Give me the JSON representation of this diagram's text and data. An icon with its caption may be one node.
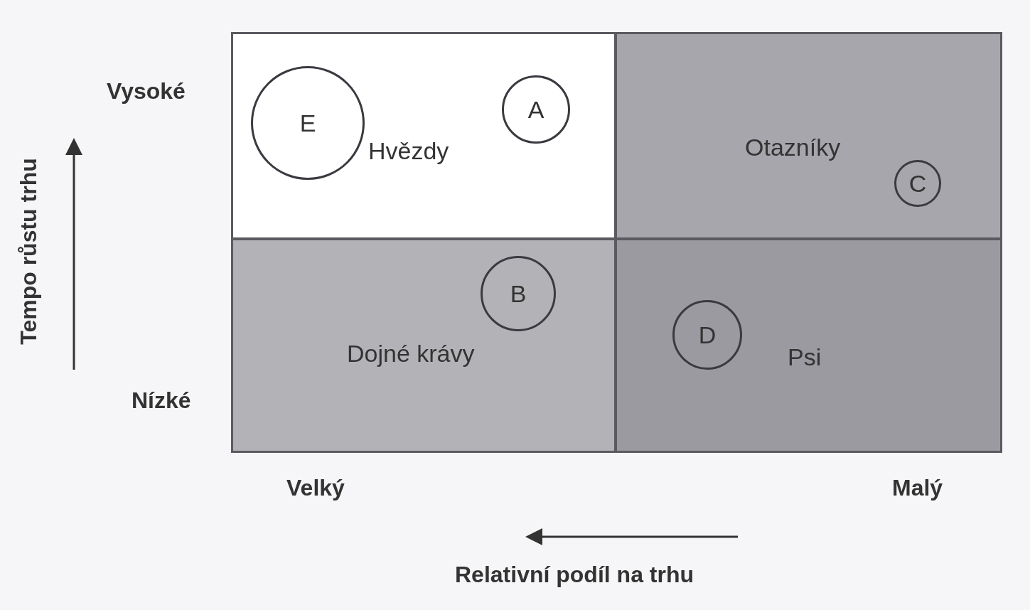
{
  "diagram": {
    "nodes": [
      {
        "text": [
          "Hvězdy"
        ]
      },
      {
        "text": [
          "E"
        ],
        "in": 0
      },
      {
        "text": [
          "A"
        ],
        "in": 0
      },
      {
        "text": [
          "Otazníky"
        ]
      },
      {
        "text": [
          "C"
        ],
        "in": 3
      },
      {
        "text": [
          "Dojné krávy"
        ]
      },
      {
        "text": [
          "B"
        ],
        "in": 5
      },
      {
        "text": [
          "Psi"
        ]
      },
      {
        "text": [
          "D"
        ],
        "in": 7
      }
    ],
    "labels": [
      "Vysoké",
      "Nízké",
      "Tempo růstu trhu",
      "Velký",
      "Malý",
      "Relativní podíl na trhu"
    ]
  }
}
